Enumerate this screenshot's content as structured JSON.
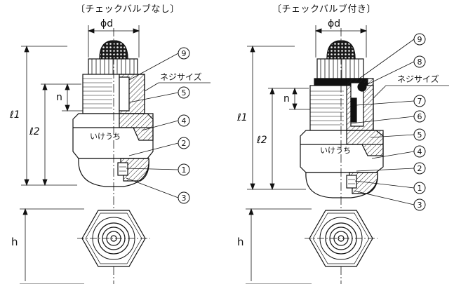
{
  "titles": {
    "left": "〔チェックバルブなし〕",
    "right": "〔チェックバルブ付き〕"
  },
  "dims": {
    "phi_d": "ϕd",
    "l1": "ℓ1",
    "l2": "ℓ2",
    "n": "n",
    "h": "h"
  },
  "labels": {
    "thread_size": "ネジサイズ",
    "brand": "いけうち"
  },
  "left_parts": [
    "9",
    "5",
    "4",
    "2",
    "1",
    "3"
  ],
  "right_parts": [
    "9",
    "8",
    "7",
    "6",
    "5",
    "4",
    "2",
    "1",
    "3"
  ]
}
